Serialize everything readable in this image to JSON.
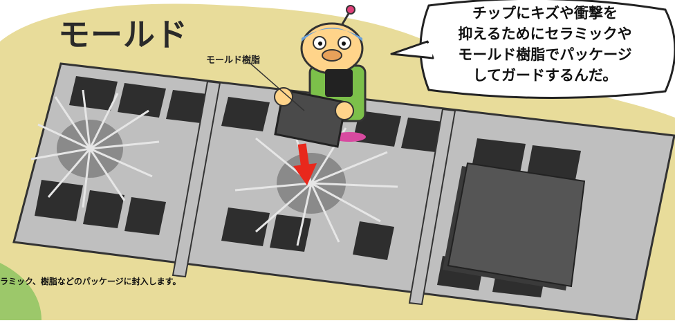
{
  "title": "モールド",
  "mold_label": "モールド樹脂",
  "speech_bubble": {
    "lines": [
      "チップにキズや衝撃を",
      "抑えるためにセラミックや",
      "モールド樹脂でパッケージ",
      "してガードするんだ。"
    ]
  },
  "caption": "ラミック、樹脂などのパッケージに封入します。",
  "colors": {
    "background_blob": "#e8dc9a",
    "leadframe": "#bfbfbf",
    "chip": "#4a4a4a",
    "arrow": "#e8281c",
    "robot_body": "#7cc04a"
  }
}
